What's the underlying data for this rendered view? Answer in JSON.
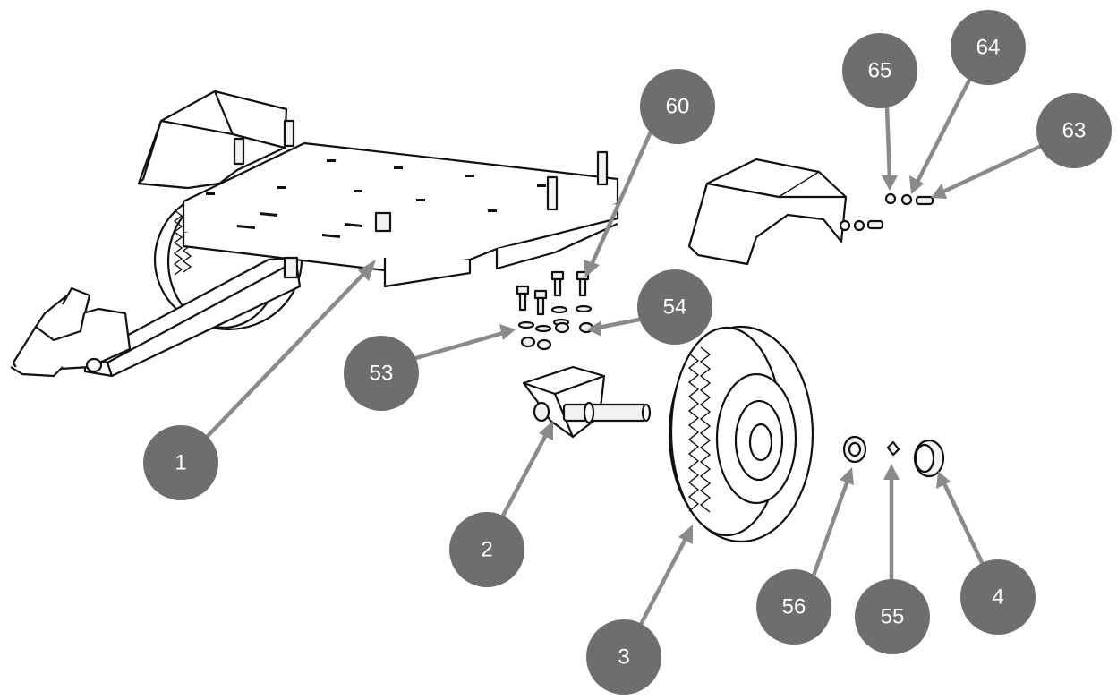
{
  "callouts": [
    {
      "id": "1",
      "label": "1"
    },
    {
      "id": "2",
      "label": "2"
    },
    {
      "id": "3",
      "label": "3"
    },
    {
      "id": "4",
      "label": "4"
    },
    {
      "id": "53",
      "label": "53"
    },
    {
      "id": "54",
      "label": "54"
    },
    {
      "id": "55",
      "label": "55"
    },
    {
      "id": "56",
      "label": "56"
    },
    {
      "id": "60",
      "label": "60"
    },
    {
      "id": "63",
      "label": "63"
    },
    {
      "id": "64",
      "label": "64"
    },
    {
      "id": "65",
      "label": "65"
    }
  ],
  "colors": {
    "callout_fill": "#6e6e6e",
    "callout_text": "#ffffff",
    "leader_line": "#8a8a8a",
    "drawing_stroke": "#111111"
  }
}
